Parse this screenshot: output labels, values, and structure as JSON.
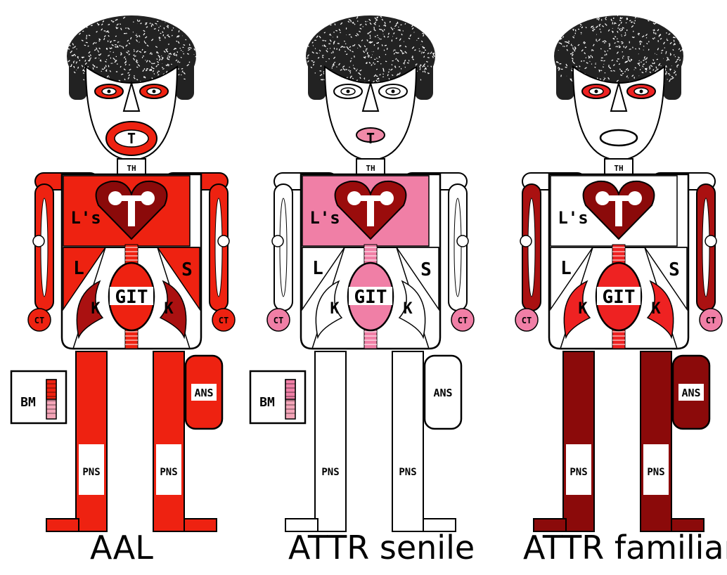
{
  "figures": [
    {
      "caption": "AAL",
      "colors": {
        "tongue": "#ee2211",
        "eyes": "#ee2211",
        "thyroid_body": "#ffffff",
        "heart": "#8b0a0a",
        "liver": "#ee2211",
        "lung_area": "#ee2211",
        "spleen": "#ee2211",
        "git": "#ee2211",
        "kidneys": "#aa1111",
        "shoulders": "#ee2211",
        "arms": "#ee2211",
        "ct": "#ee2211",
        "legs": "#ee2211",
        "feet": "#ee2211",
        "ans": "#ee2211",
        "bm_bar": "#ee2211",
        "bm_bar2": "#f4a5b8",
        "gut_bar": "#ee2211"
      },
      "has_bm": true,
      "labels": {
        "thyroid": "TH",
        "tongue": "T",
        "heart": "T",
        "lungs": "L's",
        "liver": "L",
        "spleen": "S",
        "git": "GIT",
        "kidney": "K",
        "ct": "CT",
        "ans": "ANS",
        "pns": "PNS",
        "bm": "BM"
      }
    },
    {
      "caption": "ATTR senile",
      "colors": {
        "tongue": "#f08aa8",
        "eyes": "#ffffff",
        "thyroid_body": "#ffffff",
        "heart": "#9a0c0c",
        "liver": "#ffffff",
        "lung_area": "#f07fa6",
        "spleen": "#ffffff",
        "git": "#f07fa6",
        "kidneys": "#ffffff",
        "shoulders": "#ffffff",
        "arms": "#ffffff",
        "ct": "#f07fa6",
        "legs": "#ffffff",
        "feet": "#ffffff",
        "ans": "#ffffff",
        "bm_bar": "#f07fa6",
        "bm_bar2": "#f4a5b8",
        "gut_bar": "#f07fa6"
      },
      "has_bm": true,
      "labels": {
        "thyroid": "TH",
        "tongue": "T",
        "heart": "T",
        "lungs": "L's",
        "liver": "L",
        "spleen": "S",
        "git": "GIT",
        "kidney": "K",
        "ct": "CT",
        "ans": "ANS",
        "pns": "PNS",
        "bm": "BM"
      }
    },
    {
      "caption": "ATTR familiare",
      "colors": {
        "tongue": "#ffffff",
        "eyes": "#ee2222",
        "thyroid_body": "#ffffff",
        "heart": "#8b0a0a",
        "liver": "#ffffff",
        "lung_area": "#ffffff",
        "spleen": "#ffffff",
        "git": "#ee2222",
        "kidneys": "#ee2222",
        "shoulders": "#ffffff",
        "arms": "#aa1111",
        "ct": "#f07fa6",
        "legs": "#8b0a0a",
        "feet": "#8b0a0a",
        "ans": "#8b0a0a",
        "bm_bar": "#ee2222",
        "bm_bar2": "#f4a5b8",
        "gut_bar": "#ee2222"
      },
      "has_bm": false,
      "labels": {
        "thyroid": "TH",
        "tongue": "",
        "heart": "T",
        "lungs": "L's",
        "liver": "L",
        "spleen": "S",
        "git": "GIT",
        "kidney": "K",
        "ct": "CT",
        "ans": "ANS",
        "pns": "PNS",
        "bm": ""
      }
    }
  ]
}
